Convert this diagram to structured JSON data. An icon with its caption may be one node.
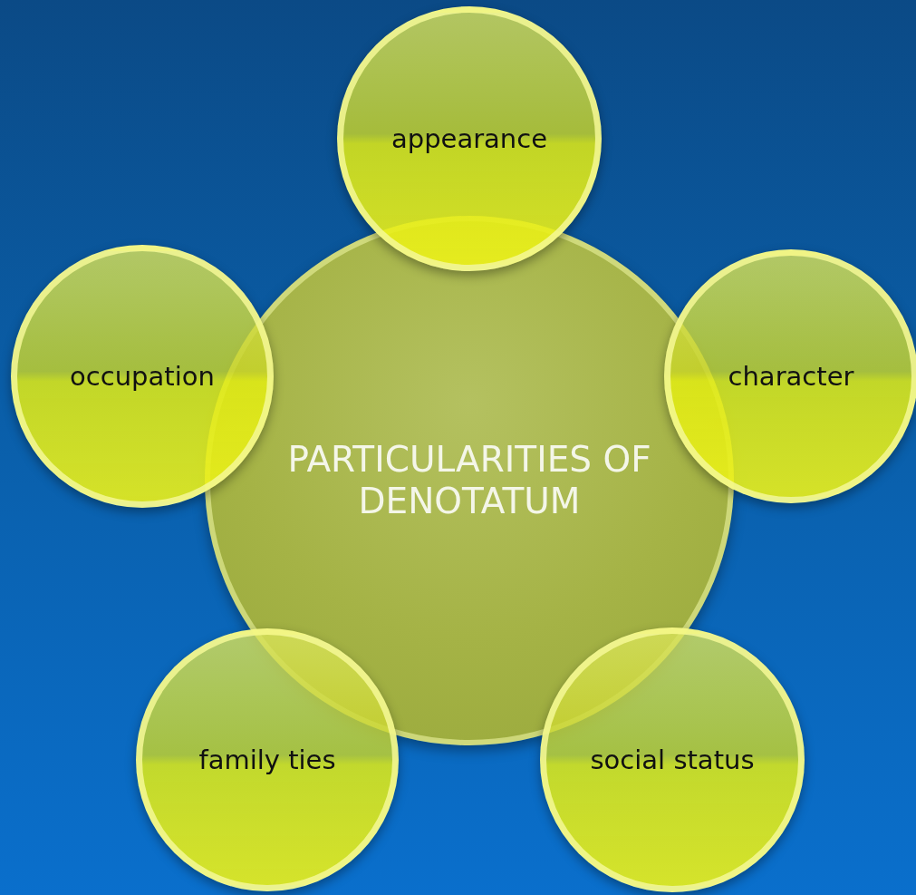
{
  "diagram": {
    "nodes": [
      {
        "text": [
          "PARTICULARITIES OF DENOTATUM"
        ]
      },
      {
        "text": [
          "appearance"
        ]
      },
      {
        "text": [
          "occupation"
        ]
      },
      {
        "text": [
          "character"
        ]
      },
      {
        "text": [
          "family ties"
        ]
      },
      {
        "text": [
          "social status"
        ]
      }
    ]
  }
}
